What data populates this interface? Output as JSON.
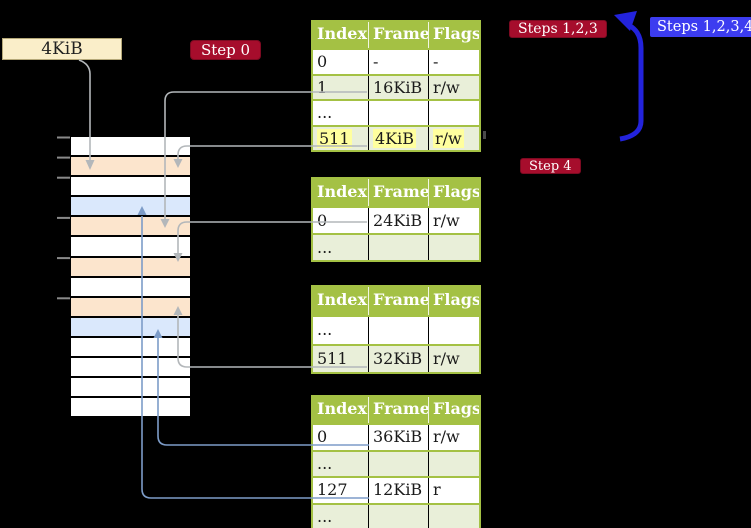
{
  "page_size_label": "4KiB",
  "badges": {
    "step0": "Step 0",
    "steps123": "Steps 1,2,3",
    "steps1234": "Steps 1,2,3,4",
    "step4": "Step 4"
  },
  "tables": [
    {
      "name": "page-table-1",
      "headers": [
        "Index",
        "Frame",
        "Flags"
      ],
      "rows": [
        {
          "cells": [
            "0",
            "-",
            "-"
          ]
        },
        {
          "cells": [
            "1",
            "16KiB",
            "r/w"
          ]
        },
        {
          "cells": [
            "...",
            "",
            ""
          ]
        },
        {
          "cells": [
            "511",
            "4KiB",
            "r/w"
          ],
          "highlight": true
        }
      ]
    },
    {
      "name": "page-table-2",
      "headers": [
        "Index",
        "Frame",
        "Flags"
      ],
      "rows": [
        {
          "cells": [
            "0",
            "24KiB",
            "r/w"
          ]
        },
        {
          "cells": [
            "...",
            "",
            ""
          ]
        }
      ]
    },
    {
      "name": "page-table-3",
      "headers": [
        "Index",
        "Frame",
        "Flags"
      ],
      "rows": [
        {
          "cells": [
            "...",
            "",
            ""
          ]
        },
        {
          "cells": [
            "511",
            "32KiB",
            "r/w"
          ]
        }
      ]
    },
    {
      "name": "page-table-4",
      "headers": [
        "Index",
        "Frame",
        "Flags"
      ],
      "rows": [
        {
          "cells": [
            "0",
            "36KiB",
            "r/w"
          ]
        },
        {
          "cells": [
            "...",
            "",
            ""
          ]
        },
        {
          "cells": [
            "127",
            "12KiB",
            "r"
          ]
        },
        {
          "cells": [
            "...",
            "",
            ""
          ]
        }
      ]
    }
  ],
  "memory_strip": {
    "rows": [
      {
        "type": "free"
      },
      {
        "type": "table"
      },
      {
        "type": "free"
      },
      {
        "type": "page"
      },
      {
        "type": "table"
      },
      {
        "type": "free"
      },
      {
        "type": "table"
      },
      {
        "type": "free"
      },
      {
        "type": "table"
      },
      {
        "type": "page"
      },
      {
        "type": "free"
      },
      {
        "type": "free"
      },
      {
        "type": "free"
      },
      {
        "type": "free"
      }
    ]
  },
  "colors": {
    "table_header_green": "#a4c144",
    "table_row_green": "#e9efd9",
    "highlight_yellow": "#ffff9e",
    "memory_free": "#ffffff",
    "memory_table_peach": "#fce5cd",
    "memory_page_blue": "#dae8fc",
    "label_box_wheat": "#faeec9",
    "badge_crimson": "#a60d2c",
    "badge_blue": "#3c3cf0",
    "loop_arrow_blue": "#2323dc",
    "connector_gray": "#b3b7ba",
    "connector_steelblue": "#7d9cc8"
  }
}
